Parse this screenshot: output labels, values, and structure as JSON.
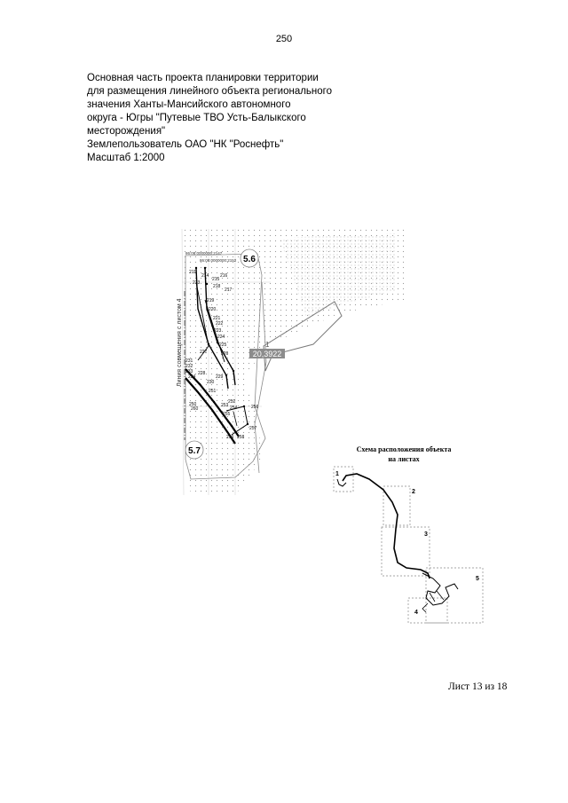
{
  "page_number": "250",
  "header": {
    "lines": [
      "Основная часть проекта планировки территории",
      "для размещения линейного объекта регионального",
      "значения Ханты-Мансийского автономного",
      "округа - Югры \"Путевые ТВО Усть-Балыкского",
      "месторождения\"",
      "Землепользователь ОАО \"НК \"Роснефть\"",
      "Масштаб 1:2000"
    ]
  },
  "map": {
    "sheet_label_top": "5.6",
    "sheet_label_bottom": "5.7",
    "alignment_line_label": "Линия совмещения с листом 4",
    "area_marker_number": "1",
    "area_value": "20,3922",
    "top_small_labels": [
      "86:08:0000000:2147",
      "86:08:0000000:2152"
    ],
    "point_labels": [
      "211",
      "214",
      "215",
      "216",
      "213",
      "217",
      "218",
      "219",
      "220",
      "221",
      "222",
      "223",
      "224",
      "225",
      "226",
      "227",
      "228",
      "229",
      "230",
      "231",
      "232",
      "233",
      "234",
      "250",
      "251",
      "252",
      "253",
      "254",
      "255",
      "256",
      "257",
      "258",
      "259",
      "260"
    ]
  },
  "scheme": {
    "title_line1": "Схема расположения объекта",
    "title_line2": "на листах",
    "sheets": [
      "1",
      "2",
      "3",
      "4",
      "5"
    ]
  },
  "footer": {
    "sheet_counter": "Лист 13 из 18"
  }
}
